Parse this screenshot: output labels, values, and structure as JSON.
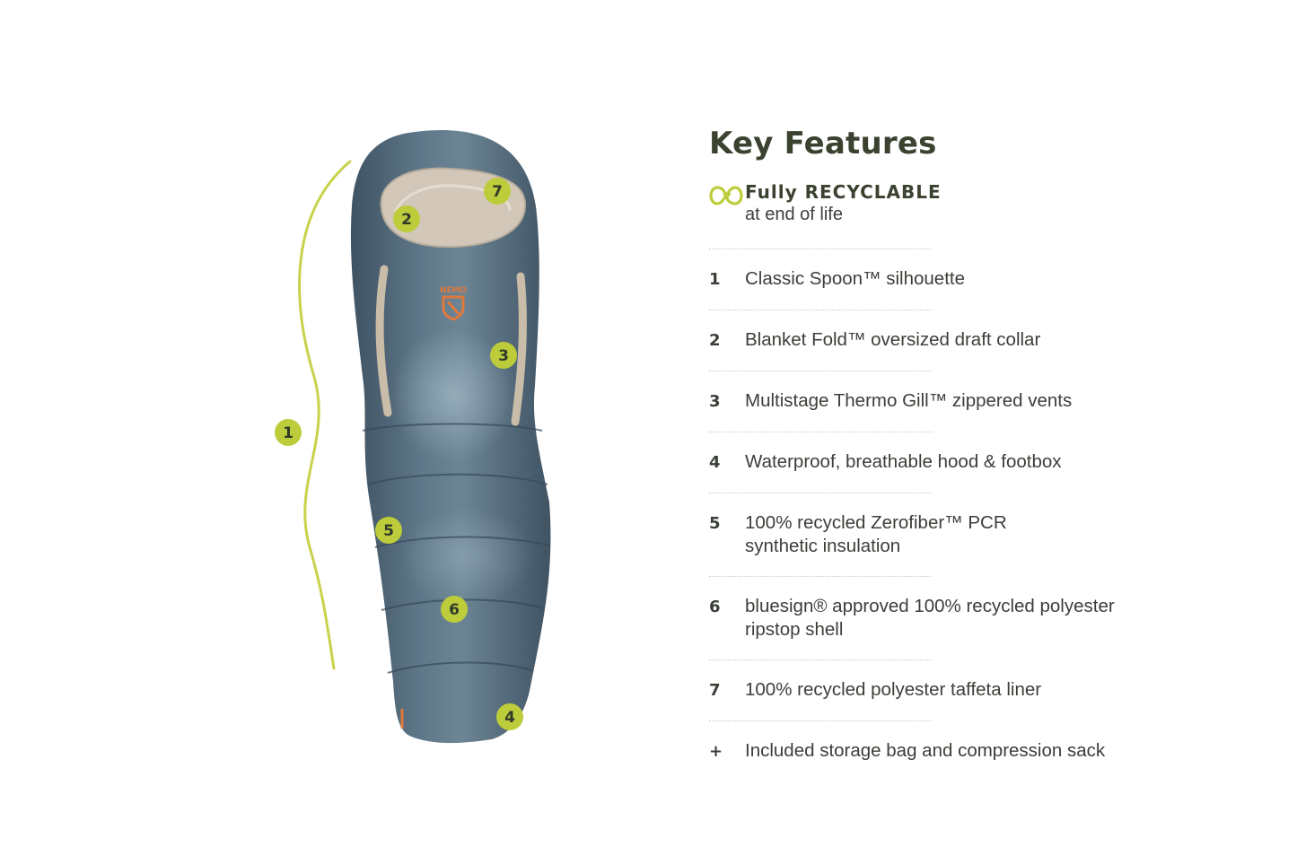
{
  "colors": {
    "accent": "#bdcc3a",
    "bag": "#4d6373",
    "liner": "#d2c7b8",
    "logo": "#e0783b",
    "heading": "#3b4230",
    "text": "#3a3f38"
  },
  "logo": {
    "wordmark": "NEMO"
  },
  "callouts": [
    {
      "label": "1"
    },
    {
      "label": "2"
    },
    {
      "label": "3"
    },
    {
      "label": "4"
    },
    {
      "label": "5"
    },
    {
      "label": "6"
    },
    {
      "label": "7"
    }
  ],
  "features": {
    "title": "Key Features",
    "recyclable": {
      "icon": "recycle-loop-icon",
      "line1": "Fully RECYCLABLE",
      "line2": "at end of life"
    },
    "items": [
      {
        "num": "1",
        "text": "Classic Spoon™ silhouette"
      },
      {
        "num": "2",
        "text": "Blanket Fold™ oversized draft collar"
      },
      {
        "num": "3",
        "text": "Multistage Thermo Gill™ zippered vents"
      },
      {
        "num": "4",
        "text": "Waterproof, breathable hood & footbox"
      },
      {
        "num": "5",
        "text": "100% recycled Zerofiber™ PCR\nsynthetic insulation"
      },
      {
        "num": "6",
        "text": "bluesign® approved 100% recycled polyester\nripstop shell"
      },
      {
        "num": "7",
        "text": "100% recycled polyester taffeta liner"
      },
      {
        "num": "+",
        "text": "Included storage bag and compression sack"
      }
    ]
  }
}
